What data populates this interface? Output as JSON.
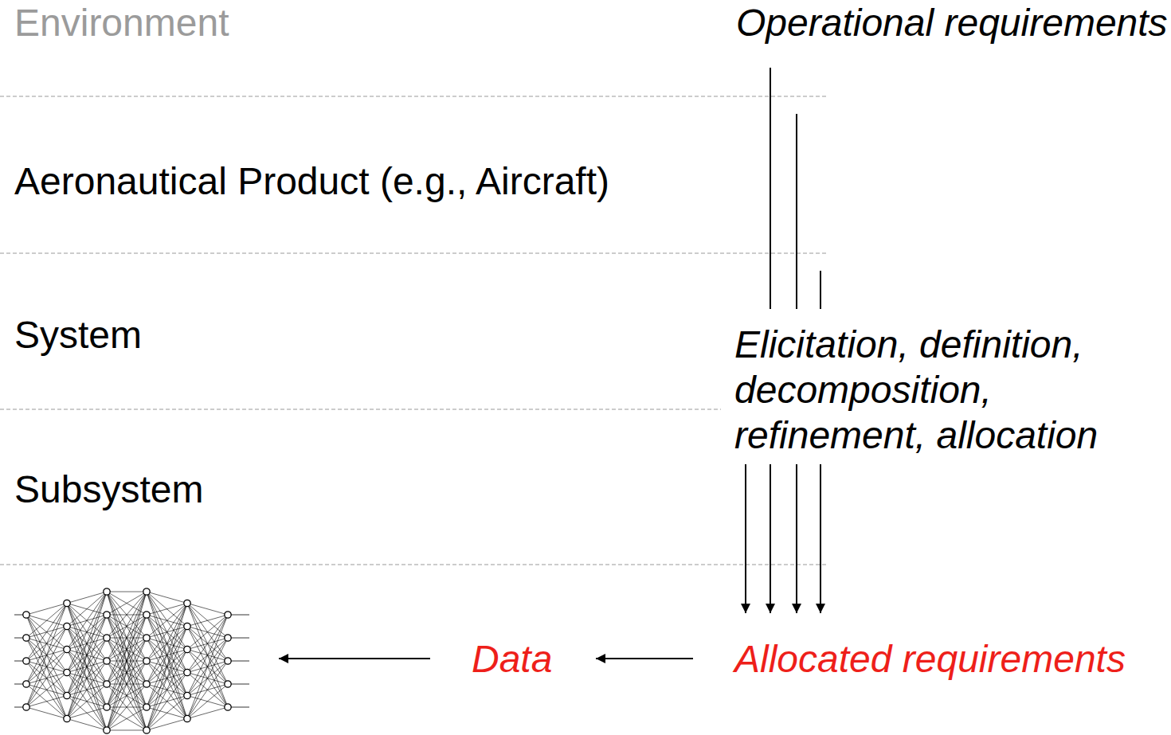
{
  "diagram": {
    "labels": [
      "Environment",
      "Aeronautical Product (e.g., Aircraft)",
      "System",
      "Subsystem",
      "Operational requirements",
      "Elicitation, definition, decomposition, refinement, allocation",
      "Allocated requirements",
      "Data"
    ]
  }
}
